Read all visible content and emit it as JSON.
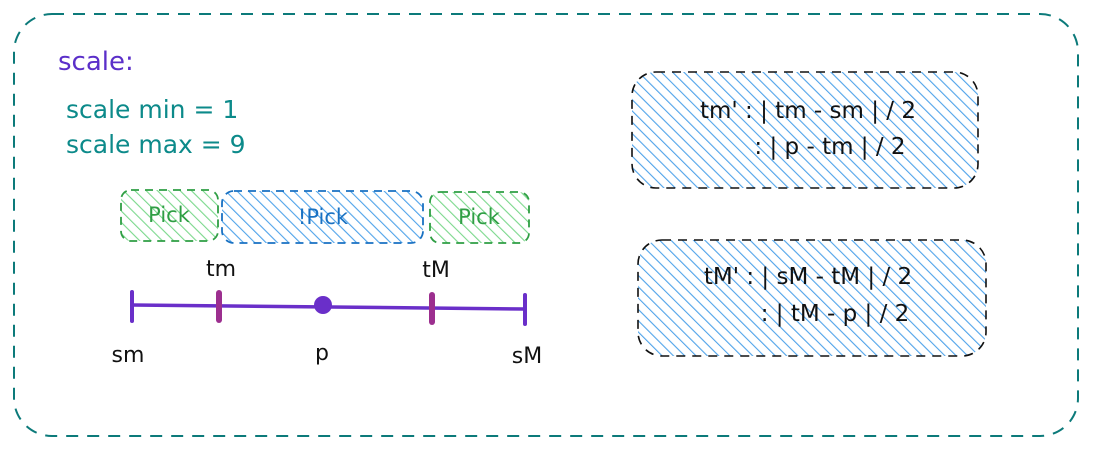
{
  "title": "scale:",
  "scale_min_line": "scale min = 1",
  "scale_max_line": "scale max = 9",
  "regions": {
    "left": "Pick",
    "middle": "!Pick",
    "right": "Pick"
  },
  "markers": {
    "tm": "tm",
    "tM": "tM",
    "sm": "sm",
    "p": "p",
    "sM": "sM"
  },
  "formula_tm": {
    "line1": "tm' : | tm - sm | / 2",
    "line2": ": | p - tm | / 2"
  },
  "formula_tM": {
    "line1": "tM' : | sM - tM | / 2",
    "line2": ": | tM - p | / 2"
  },
  "colors": {
    "frame": "#0c7a7a",
    "title": "#5b2fc9",
    "teal_text": "#0c8a8a",
    "pick_fill": "#b6efc4",
    "pick_stroke": "#2f9e44",
    "notpick_fill": "#a5d3f5",
    "notpick_stroke": "#1971c2",
    "line": "#6a2fc9",
    "tick": "#9c2f8f"
  }
}
